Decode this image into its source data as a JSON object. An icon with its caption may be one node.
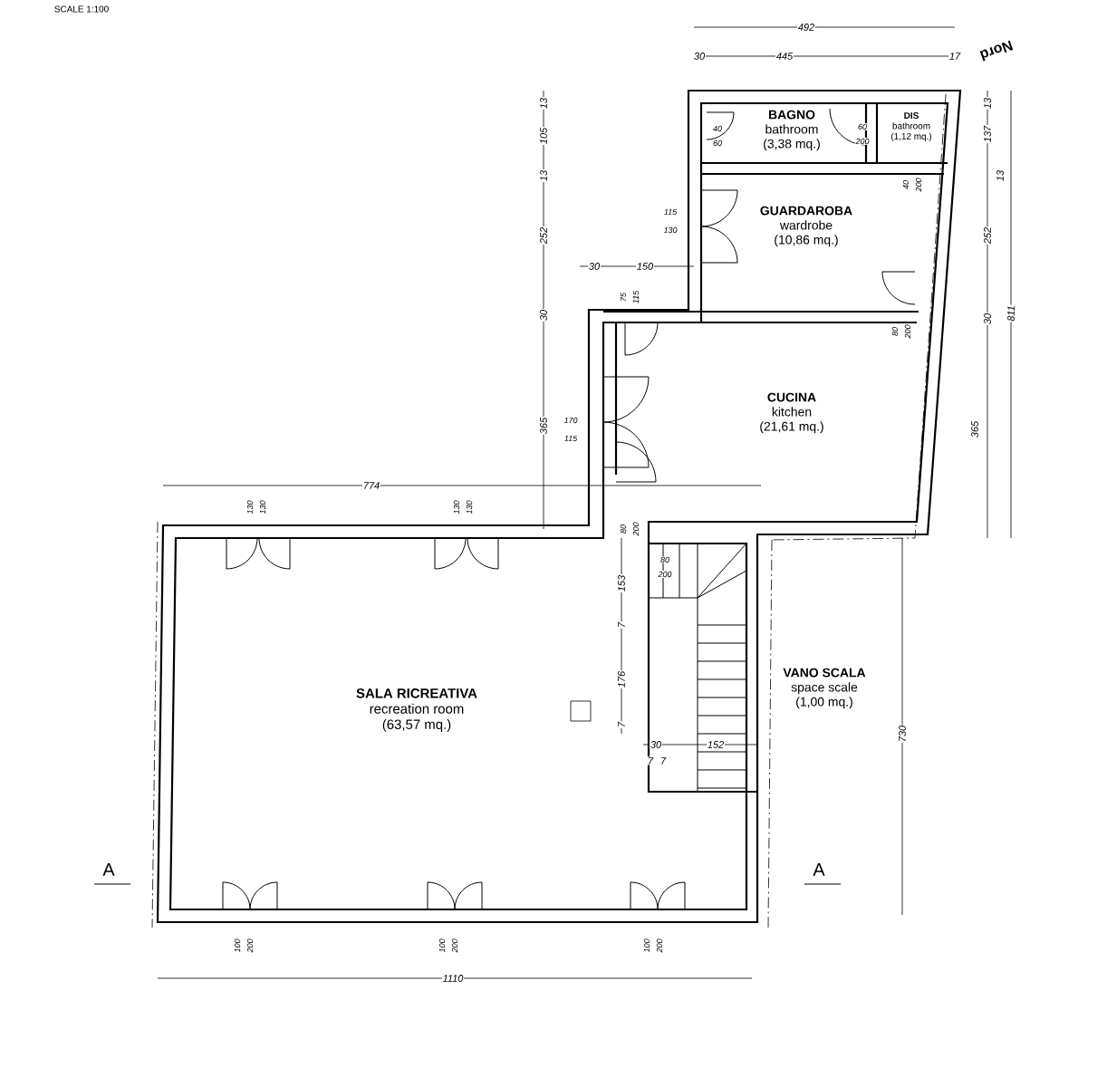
{
  "diagram": {
    "nodes": [
      {
        "text": [
          "BAGNO",
          "bathroom",
          "(3,38 mq.)"
        ]
      },
      {
        "text": [
          "DIS",
          "bathroom",
          "(1,12 mq.)"
        ]
      },
      {
        "text": [
          "GUARDAROBA",
          "wardrobe",
          "(10,86 mq.)"
        ]
      },
      {
        "text": [
          "CUCINA",
          "kitchen",
          "(21,61 mq.)"
        ]
      },
      {
        "text": [
          "SALA RICREATIVA",
          "recreation room",
          "(63,57 mq.)"
        ]
      },
      {
        "text": [
          "VANO SCALA",
          "space scale",
          "(1,00 mq.)"
        ]
      }
    ],
    "labels": [
      "SCALE 1:100",
      "492",
      "30",
      "445",
      "17",
      "Nord",
      "13",
      "105",
      "13",
      "252",
      "30",
      "365",
      "30",
      "150",
      "13",
      "137",
      "13",
      "252",
      "30",
      "365",
      "811",
      "40",
      "60",
      "60",
      "200",
      "40",
      "200",
      "115",
      "130",
      "75",
      "115",
      "80",
      "200",
      "170",
      "115",
      "774",
      "130",
      "130",
      "130",
      "130",
      "80",
      "200",
      "80",
      "200",
      "153",
      "7",
      "176",
      "7",
      "30",
      "152",
      "7",
      "7",
      "730",
      "100",
      "200",
      "100",
      "200",
      "100",
      "200",
      "A",
      "A",
      "1110"
    ]
  }
}
